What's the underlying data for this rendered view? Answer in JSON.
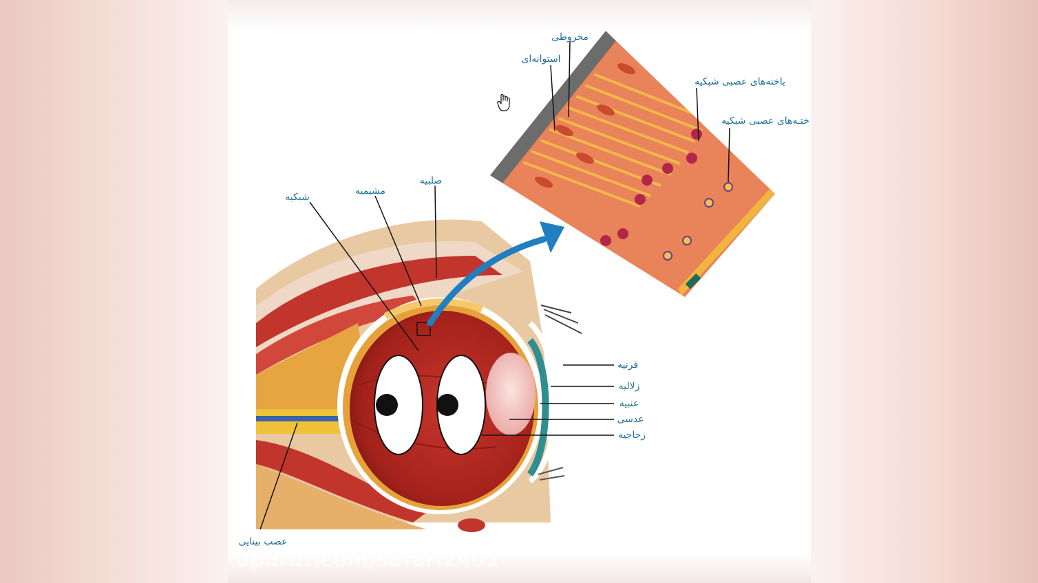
{
  "labels": {
    "cone": "مخروطی",
    "rod": "استوانه‌ای",
    "nerve_cells_1": "یاخته‌های عصبی شبکیه",
    "nerve_cells_2": "ختـه‌های عصبی شبکیه",
    "sclera": "صلبیه",
    "choroid": "مشیمیه",
    "retina": "شبکیه",
    "cornea": "قرنیه",
    "aqueous_humor": "زلالیه",
    "iris": "عنبیه",
    "lens": "عدسی",
    "vitreous": "زجاجیه",
    "optic_nerve": "عصب بینایی"
  },
  "watermark": "aparat.com/safari2401",
  "colors": {
    "label_text": "#1f6f9a",
    "arrow": "#1f7fc0",
    "eyeball": "#b3271f",
    "retina_tissue": "#e8835a"
  },
  "icons": {
    "cursor": "hand-pointer-icon"
  }
}
